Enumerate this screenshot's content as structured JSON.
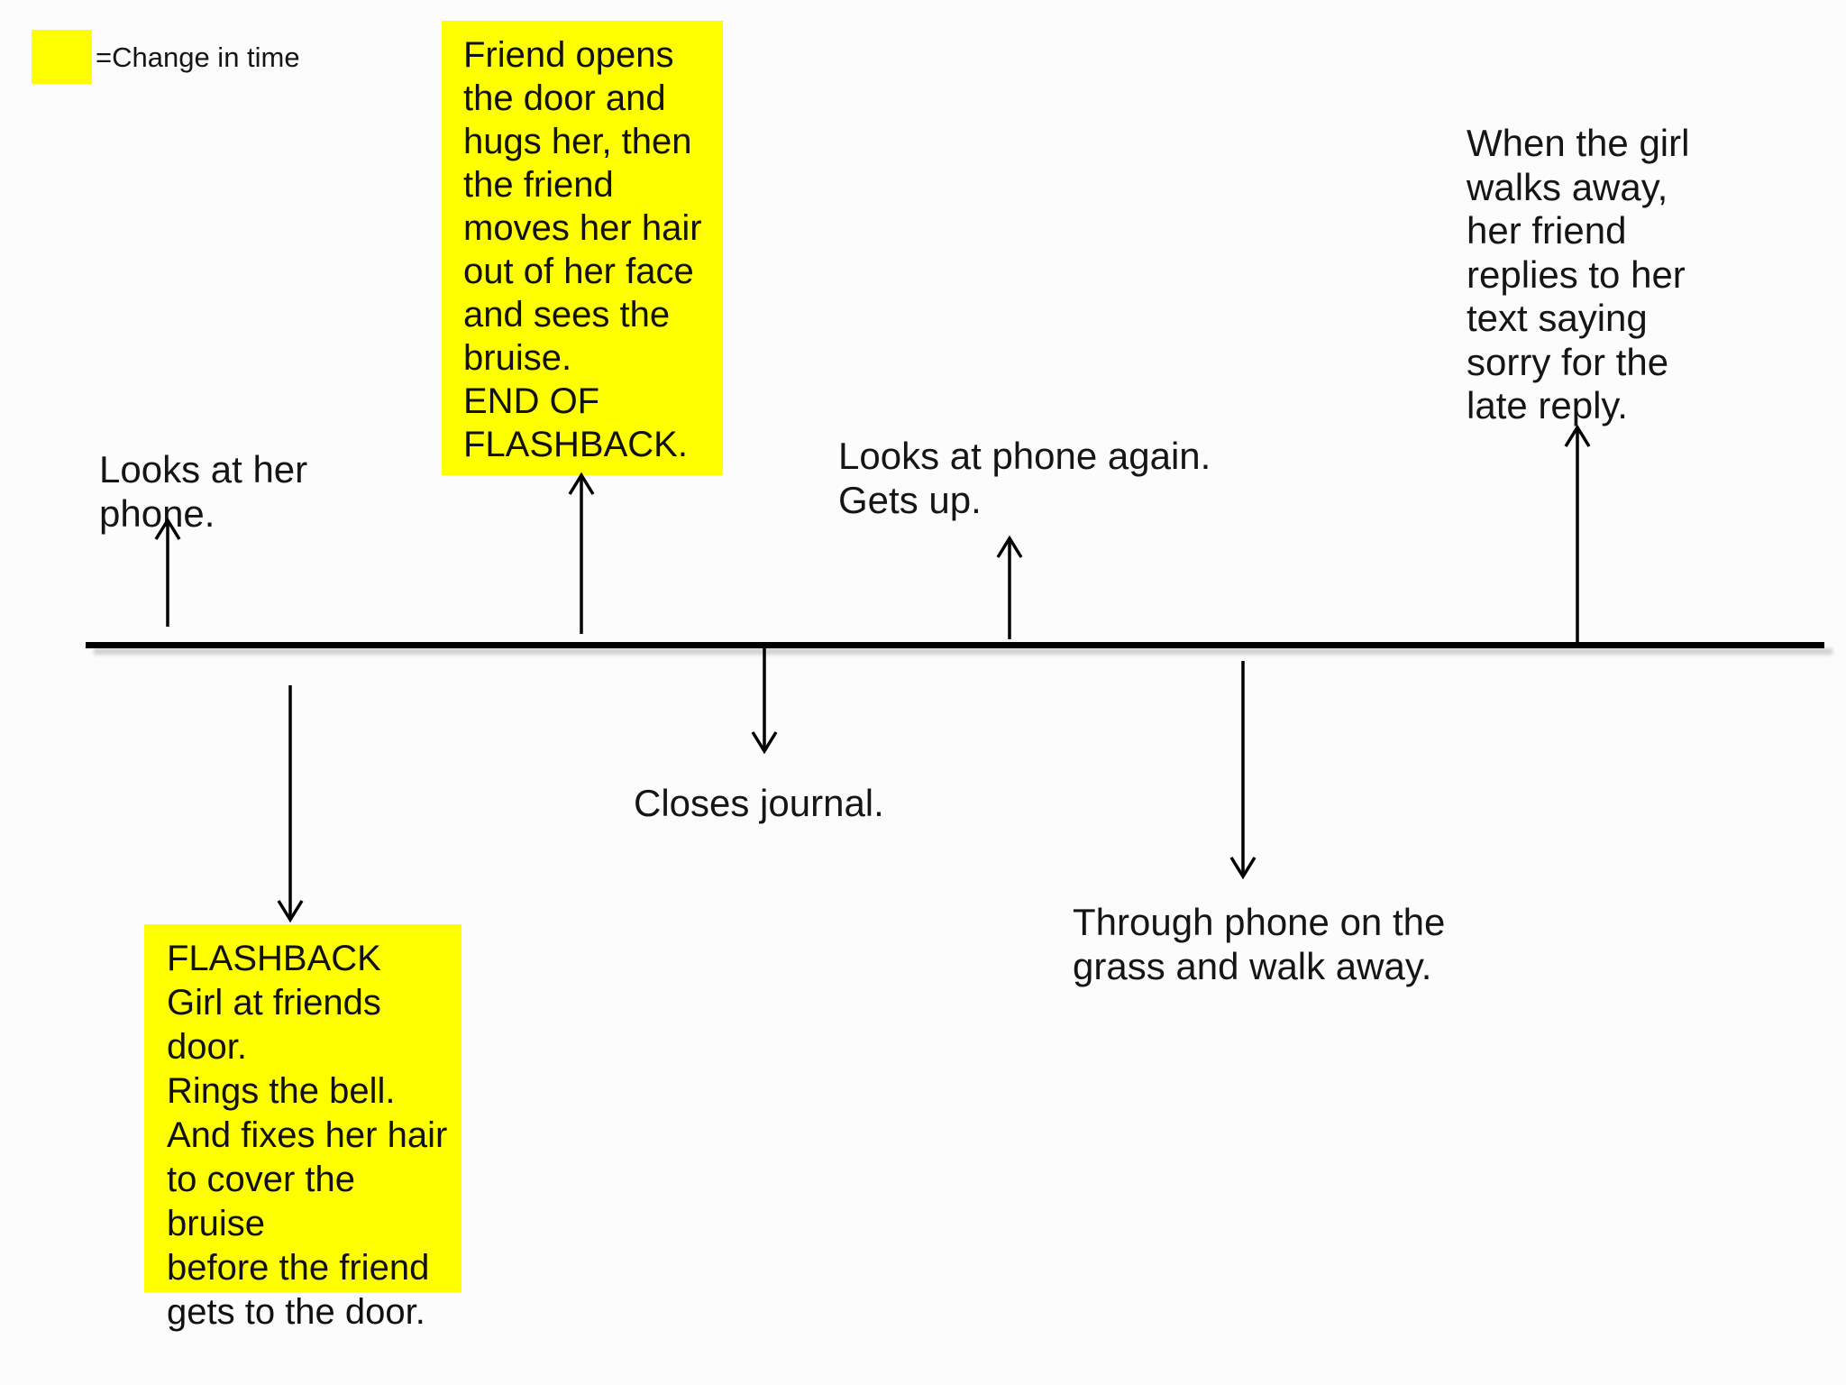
{
  "slide": {
    "background_color": "#fcfcfc",
    "highlight_color": "#ffff00",
    "timeline_color": "#000000",
    "text_color": "#151515",
    "legend": {
      "swatch_color": "#ffff00",
      "label": "=Change in time"
    },
    "events": {
      "looks_at_phone": "Looks at her\nphone.",
      "flashback": "FLASHBACK\nGirl at friends\ndoor.\nRings the bell.\nAnd fixes her hair\nto cover the bruise\nbefore the friend\ngets to the door.",
      "end_flashback": "Friend opens\nthe door and\nhugs her, then\nthe friend\nmoves her hair\nout of her face\nand sees the\nbruise.\nEND OF\nFLASHBACK.",
      "closes_journal": "Closes journal.",
      "looks_again": "Looks at phone again.\nGets up.",
      "throws_phone": "Through phone on the\ngrass and walk away.",
      "friend_replies": "When the girl\nwalks away,\nher friend\nreplies to her\ntext saying\nsorry for the\nlate reply."
    }
  }
}
